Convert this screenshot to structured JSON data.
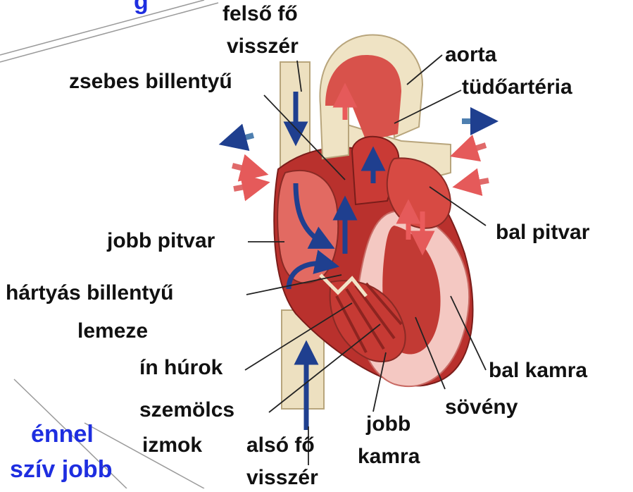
{
  "labels": {
    "felso_fo": "felső fő",
    "visszer_top": "visszér",
    "aorta": "aorta",
    "zsebes": "zsebes billentyű",
    "tudoarteria": "tüdőartéria",
    "jobb_pitvar": "jobb pitvar",
    "bal_pitvar": "bal pitvar",
    "hartyas": "hártyás billentyű",
    "lemeze": "lemeze",
    "in_hurok": "ín húrok",
    "bal_kamra": "bal kamra",
    "szemolcs": "szemölcs",
    "izmok": "izmok",
    "sovent": "sövény",
    "jobb": "jobb",
    "kamra": "kamra",
    "also_fo": "alsó fő",
    "visszer_bottom": "visszér"
  },
  "background_text": {
    "top": "g",
    "bottom_line1": "énnel",
    "bottom_line2": "szív jobb"
  },
  "colors": {
    "heart_red": "#c8322e",
    "chamber_light": "#e9908a",
    "vessel_cream": "#efe2c2",
    "blood_arrow_blue": "#1f3f8f",
    "flow_arrow_red": "#d94a52",
    "flow_arrow_blue": "#4e7fb0",
    "slide_text_blue": "#1e2ee0"
  }
}
